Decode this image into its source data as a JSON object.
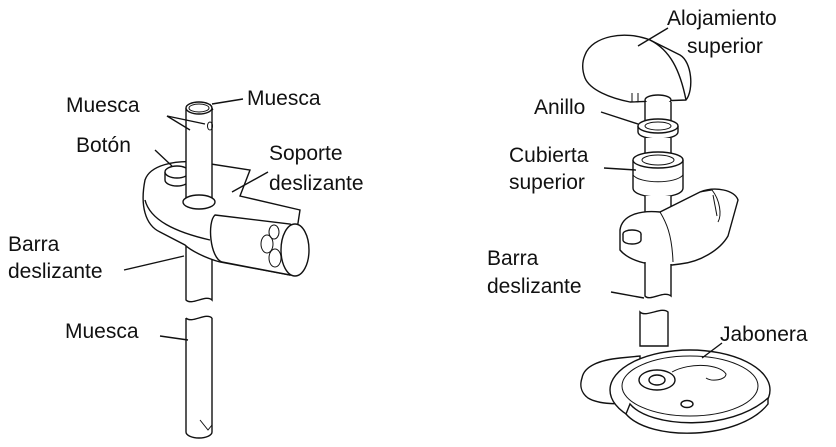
{
  "left_figure": {
    "labels": {
      "muesca_top_left": "Muesca",
      "muesca_top_right": "Muesca",
      "boton": "Botón",
      "soporte_line1": "Soporte",
      "soporte_line2": "deslizante",
      "barra_line1": "Barra",
      "barra_line2": "deslizante",
      "muesca_bottom": "Muesca"
    }
  },
  "right_figure": {
    "labels": {
      "alojamiento_line1": "Alojamiento",
      "alojamiento_line2": "superior",
      "anillo": "Anillo",
      "cubierta_line1": "Cubierta",
      "cubierta_line2": "superior",
      "barra_line1": "Barra",
      "barra_line2": "deslizante",
      "jabonera": "Jabonera"
    }
  }
}
